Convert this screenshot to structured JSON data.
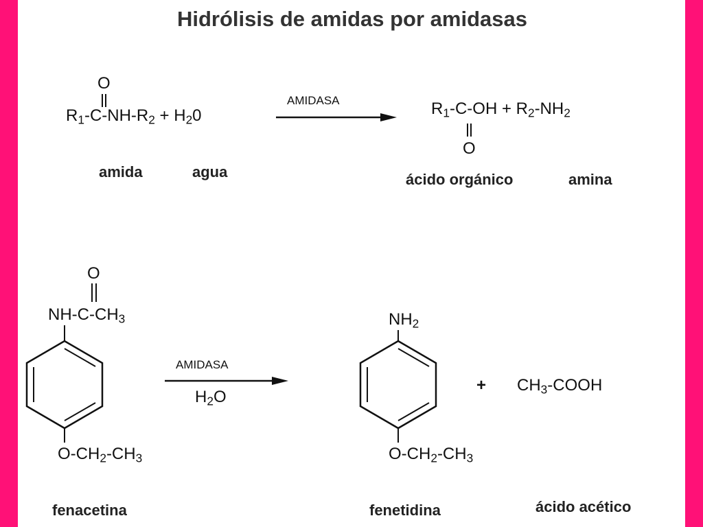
{
  "colors": {
    "frame": "#ff1177",
    "background": "#ffffff",
    "ink": "#111111"
  },
  "title": "Hidrólisis de amidas por amidasas",
  "reaction1": {
    "oxygen": "O",
    "r1": "R",
    "r1_sub": "1",
    "amide_mid": "-C-NH-R",
    "r2_sub": "2",
    "water": "+ H",
    "water_sub": "2",
    "water_end": "0",
    "enzyme": "AMIDASA",
    "prod_r1": "R",
    "prod_r1_sub": "1",
    "prod_mid": "-C-OH + R",
    "prod_r2_sub": "2",
    "prod_end": "-NH",
    "prod_end_sub": "2",
    "prod_oxygen": "O",
    "label_amida": "amida",
    "label_agua": "agua",
    "label_acido": "ácido orgánico",
    "label_amina": "amina"
  },
  "reaction2": {
    "oxygen": "O",
    "acetamido": "NH-C-CH",
    "acetamido_sub": "3",
    "ethoxy_left": "O-CH",
    "ethoxy_left_sub": "2",
    "ethoxy_left_end": "-CH",
    "ethoxy_left_end_sub": "3",
    "enzyme": "AMIDASA",
    "water": "H",
    "water_sub": "2",
    "water_end": "O",
    "amine": "NH",
    "amine_sub": "2",
    "plus": "+",
    "acetic_a": "CH",
    "acetic_sub": "3",
    "acetic_b": "-COOH",
    "ethoxy_right": "O-CH",
    "ethoxy_right_sub": "2",
    "ethoxy_right_end": "-CH",
    "ethoxy_right_end_sub": "3",
    "label_fenacetina": "fenacetina",
    "label_fenetidina": "fenetidina",
    "label_acetico": "ácido acético"
  }
}
